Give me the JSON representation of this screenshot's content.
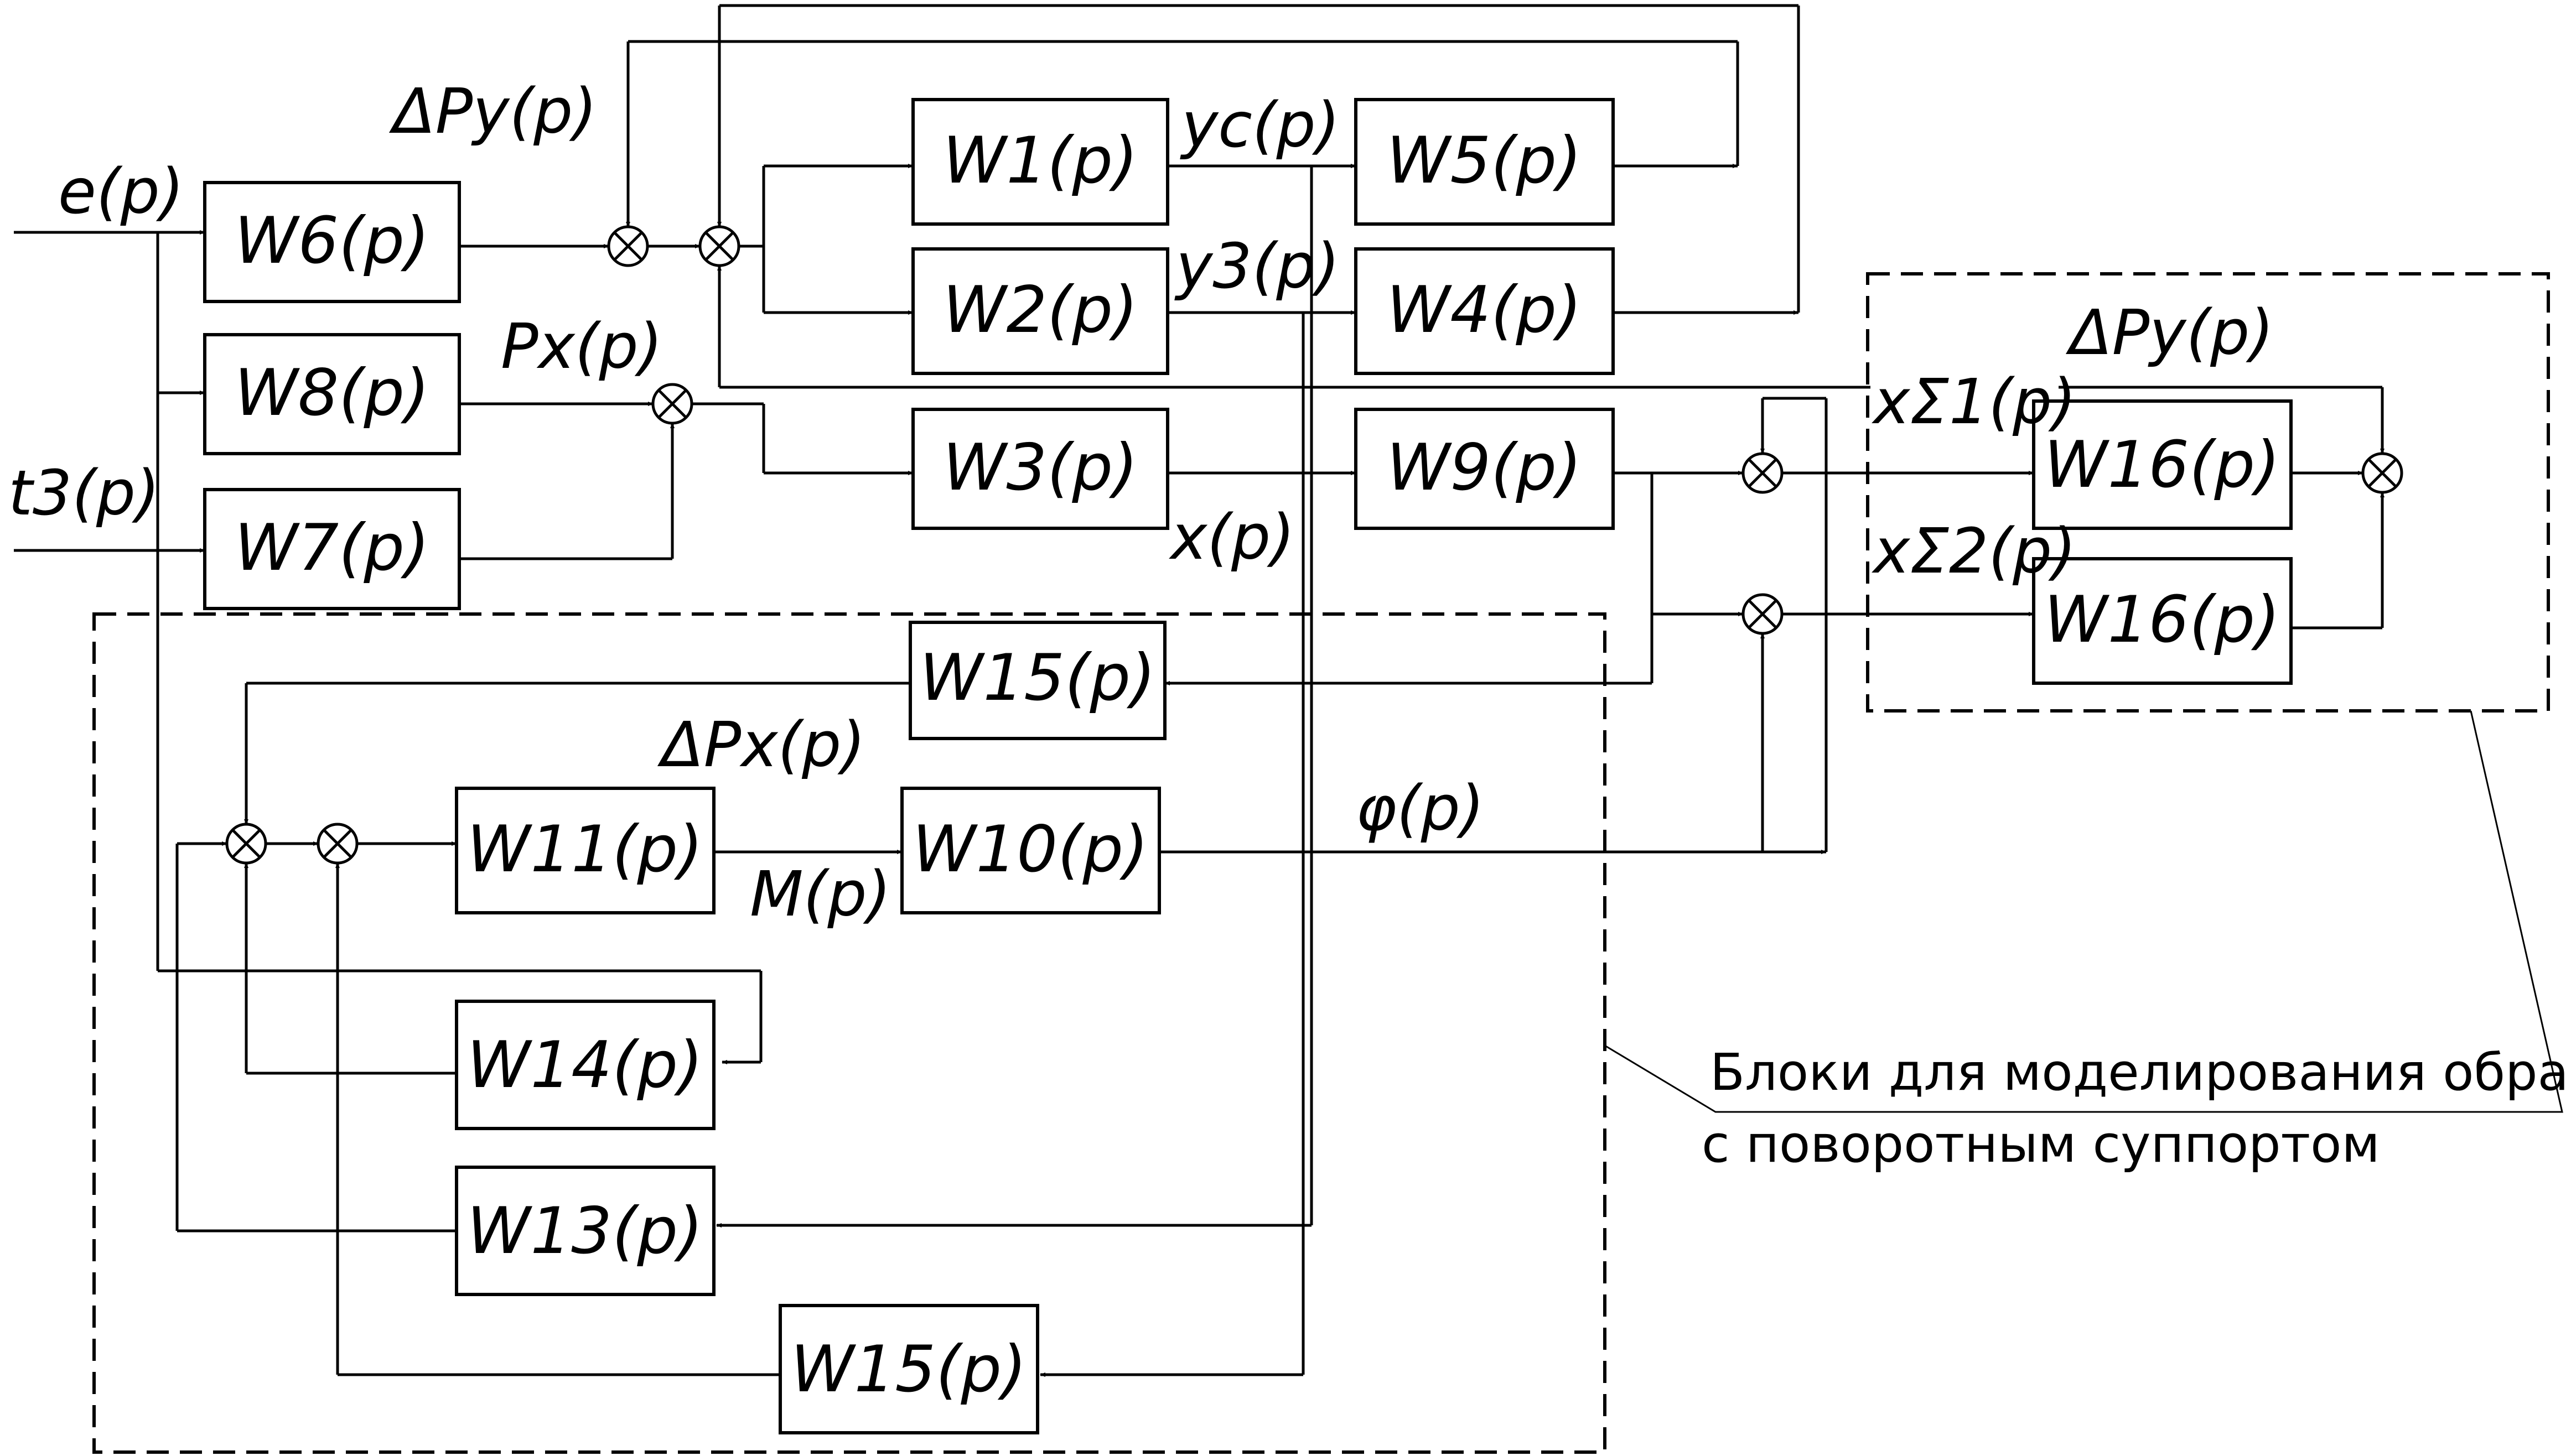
{
  "blocks": {
    "w1": "W1(p)",
    "w2": "W2(p)",
    "w3": "W3(p)",
    "w4": "W4(p)",
    "w5": "W5(p)",
    "w6": "W6(p)",
    "w7": "W7(p)",
    "w8": "W8(p)",
    "w9": "W9(p)",
    "w10": "W10(p)",
    "w11": "W11(p)",
    "w13": "W13(p)",
    "w14": "W14(p)",
    "w15a": "W15(p)",
    "w15b": "W15(p)",
    "w16a": "W16(p)",
    "w16b": "W16(p)"
  },
  "signals": {
    "e": "e(p)",
    "t3": "t3(p)",
    "delta_py_top": "ΔPy(p)",
    "px": "Px(p)",
    "yc": "yc(p)",
    "y3": "y3(p)",
    "x": "x(p)",
    "delta_px": "ΔPx(p)",
    "m": "M(p)",
    "phi": "φ(p)",
    "x_sigma_1": "xΣ1(p)",
    "x_sigma_2": "xΣ2(p)",
    "delta_py_right": "ΔPy(p)"
  },
  "note": {
    "line1": "Блоки для моделирования обработки",
    "line2": "с поворотным суппортом"
  }
}
